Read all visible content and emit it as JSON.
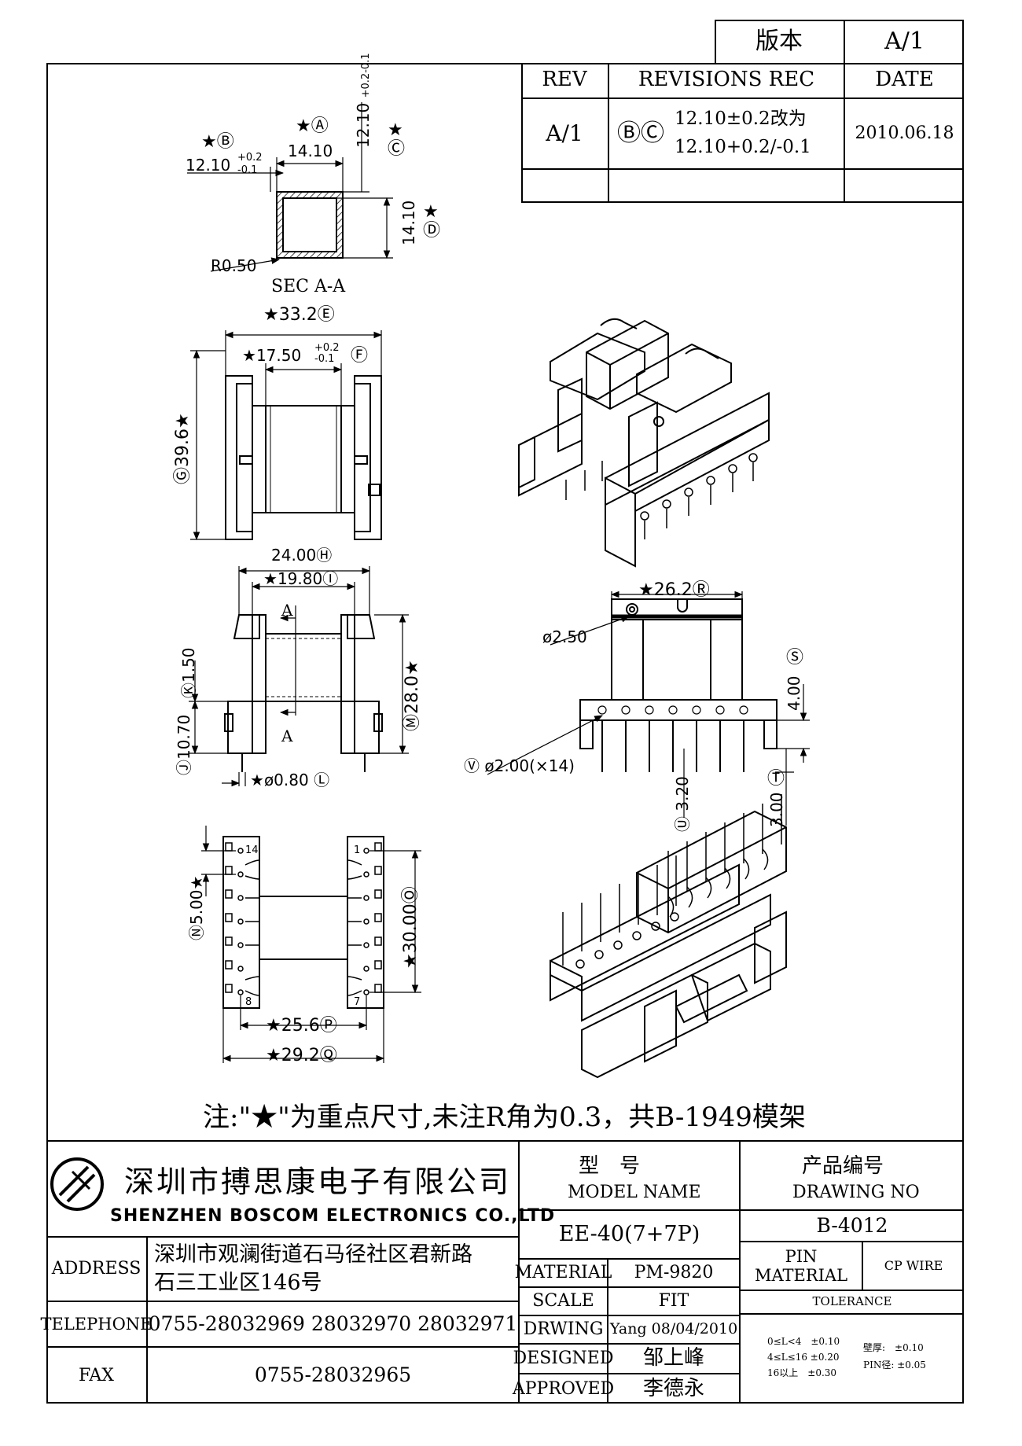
{
  "version_box": {
    "label": "版本",
    "value": "A/1"
  },
  "revisions": {
    "headers": {
      "rev": "REV",
      "rec": "REVISIONS REC",
      "date": "DATE"
    },
    "row": {
      "rev": "A/1",
      "marks": "ⒷⒸ",
      "line1": "12.10±0.2改为",
      "line2": "12.10+0.2/-0.1",
      "date": "2010.06.18"
    }
  },
  "dims": {
    "A": "14.10",
    "B": "12.10",
    "C": "12.10",
    "D": "14.10",
    "E": "33.2",
    "F": "17.50",
    "G": "39.6",
    "H": "24.00",
    "I": "19.80",
    "K": "1.50",
    "J": "10.70",
    "L": "ø0.80",
    "M": "28.0",
    "R": "26.2",
    "S": "4.00",
    "T": "3.00",
    "U": "3.20",
    "V": "ø2.00(×14)",
    "N": "5.00",
    "O": "30.00",
    "P": "25.6",
    "Q": "29.2",
    "hole": "ø2.50",
    "radius": "R0.50",
    "tol_plus": "+0.2",
    "tol_minus": "-0.1"
  },
  "circle_letters": {
    "A": "Ⓐ",
    "B": "Ⓑ",
    "C": "Ⓒ",
    "D": "Ⓓ",
    "E": "Ⓔ",
    "F": "Ⓕ",
    "G": "Ⓖ",
    "H": "Ⓗ",
    "I": "Ⓘ",
    "J": "Ⓙ",
    "K": "Ⓚ",
    "L": "Ⓛ",
    "M": "Ⓜ",
    "N": "Ⓝ",
    "O": "Ⓞ",
    "P": "Ⓟ",
    "Q": "Ⓠ",
    "R": "Ⓡ",
    "S": "Ⓢ",
    "T": "Ⓣ",
    "U": "Ⓤ",
    "V": "Ⓥ"
  },
  "star": "★",
  "section_label": "SEC A-A",
  "section_mark": "A",
  "pins": {
    "p14": "14",
    "p1": "1",
    "p8": "8",
    "p7": "7"
  },
  "note": "注:\"★\"为重点尺寸,未注R角为0.3，共B-1949模架",
  "company": {
    "cn": "深圳市搏思康电子有限公司",
    "en": "SHENZHEN BOSCOM ELECTRONICS CO.,LTD"
  },
  "address": {
    "label": "ADDRESS",
    "line1": "深圳市观澜街道石马径社区君新路",
    "line2": "石三工业区146号"
  },
  "telephone": {
    "label": "TELEPHONE",
    "value": "0755-28032969 28032970 28032971"
  },
  "fax": {
    "label": "FAX",
    "value": "0755-28032965"
  },
  "model": {
    "cn": "型　号",
    "en": "MODEL NAME",
    "value": "EE-40(7+7P)"
  },
  "drawing": {
    "cn": "产品编号",
    "en": "DRAWING NO",
    "value": "B-4012"
  },
  "material": {
    "label": "MATERIAL",
    "value": "PM-9820"
  },
  "scale": {
    "label": "SCALE",
    "value": "FIT"
  },
  "drwing": {
    "label": "DRWING",
    "value": "Yang 08/04/2010"
  },
  "designed": {
    "label": "DESIGNED",
    "value": "邹上峰"
  },
  "approved": {
    "label": "APPROVED",
    "value": "李德永"
  },
  "pin_material": {
    "label1": "PIN",
    "label2": "MATERIAL",
    "value": "CP WIRE"
  },
  "tolerance": {
    "label": "TOLERANCE",
    "r1": "0≤L<4　±0.10",
    "r2": "4≤L≤16 ±0.20",
    "r3": "16以上　±0.30",
    "wall": "壁厚:　±0.10",
    "pin": "PIN径: ±0.05"
  }
}
